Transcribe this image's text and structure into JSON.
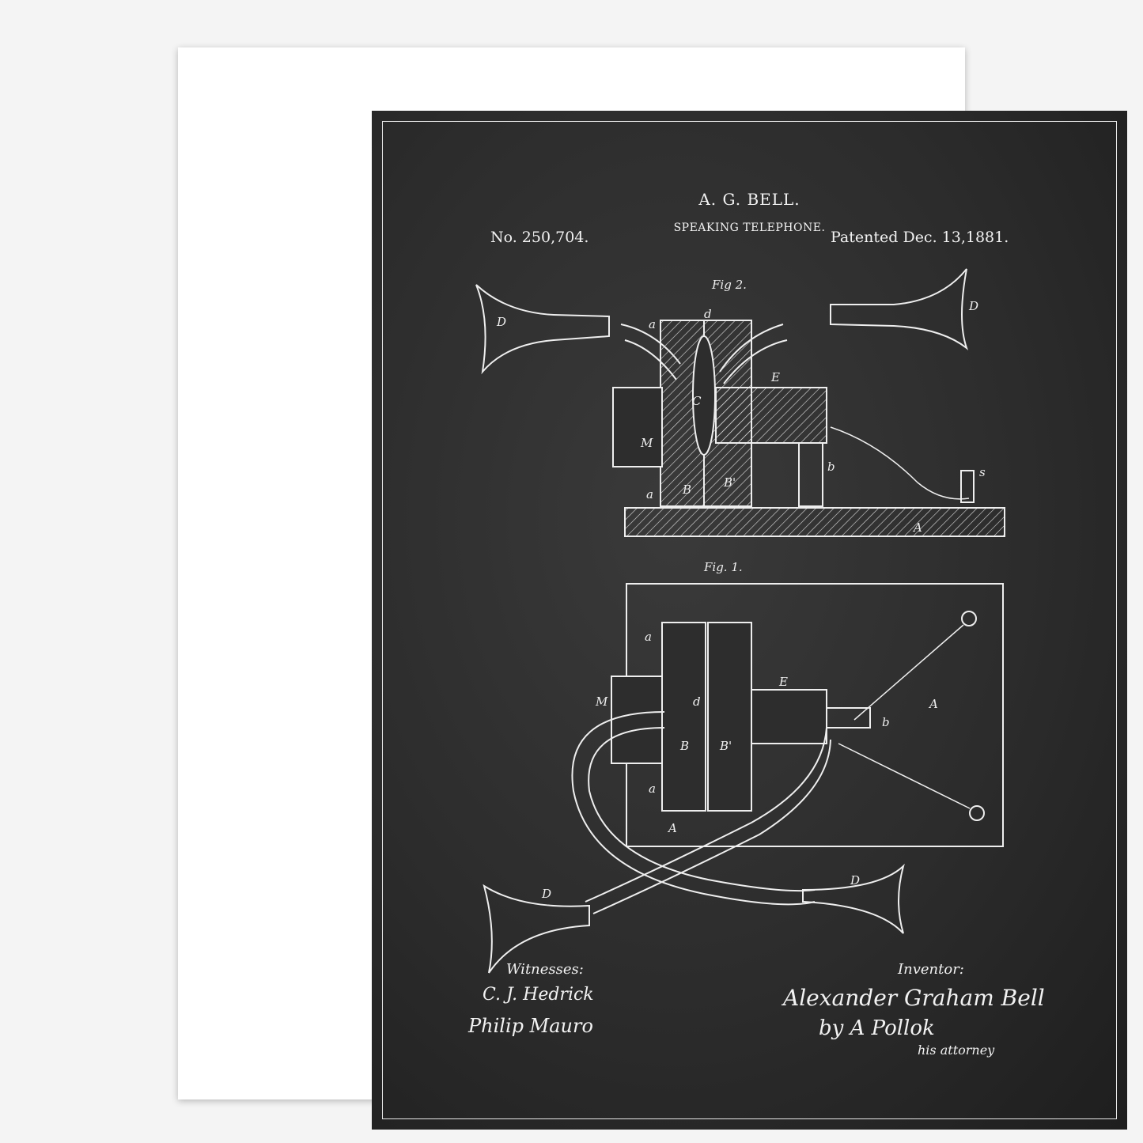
{
  "header": {
    "inventor": "A. G. BELL.",
    "title": "SPEAKING TELEPHONE.",
    "patent_number": "No. 250,704.",
    "patent_date": "Patented Dec. 13,1881."
  },
  "figures": {
    "fig2": {
      "caption": "Fig 2.",
      "labels": {
        "D_left": "D",
        "D_right": "D",
        "a_top": "a",
        "d": "d",
        "E": "E",
        "C": "C",
        "M": "M",
        "B": "B",
        "B_prime": "B'",
        "a_bottom": "a",
        "b": "b",
        "s": "s",
        "A": "A"
      }
    },
    "fig1": {
      "caption": "Fig. 1.",
      "labels": {
        "a_top": "a",
        "E": "E",
        "M": "M",
        "d": "d",
        "B": "B",
        "B_prime": "B'",
        "A_right": "A",
        "b": "b",
        "a_bottom": "a",
        "A_bottom": "A",
        "D_left": "D",
        "D_right": "D"
      }
    }
  },
  "footer": {
    "witnesses_label": "Witnesses:",
    "witness_1": "C. J. Hedrick",
    "witness_2": "Philip Mauro",
    "inventor_label": "Inventor:",
    "inventor_signature": "Alexander Graham Bell",
    "by_attorney": "by A Pollok",
    "attorney_note": "his attorney"
  },
  "colors": {
    "background": "#2c2c2c",
    "lines": "#f0f0f0",
    "frame": "#ffffff"
  }
}
